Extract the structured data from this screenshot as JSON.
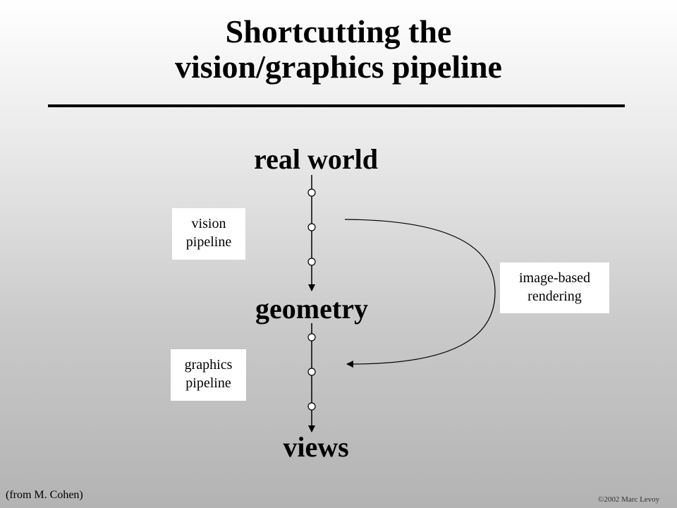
{
  "title": {
    "line1": "Shortcutting the",
    "line2": "vision/graphics pipeline"
  },
  "nodes": {
    "top": "real world",
    "middle": "geometry",
    "bottom": "views"
  },
  "boxes": {
    "vision": {
      "line1": "vision",
      "line2": "pipeline"
    },
    "graphics": {
      "line1": "graphics",
      "line2": "pipeline"
    },
    "ibr": {
      "line1": "image-based",
      "line2": "rendering"
    }
  },
  "footer": {
    "credit": "(from M. Cohen)",
    "copyright_symbol": "©",
    "copyright_text": "2002  Marc Levoy"
  }
}
